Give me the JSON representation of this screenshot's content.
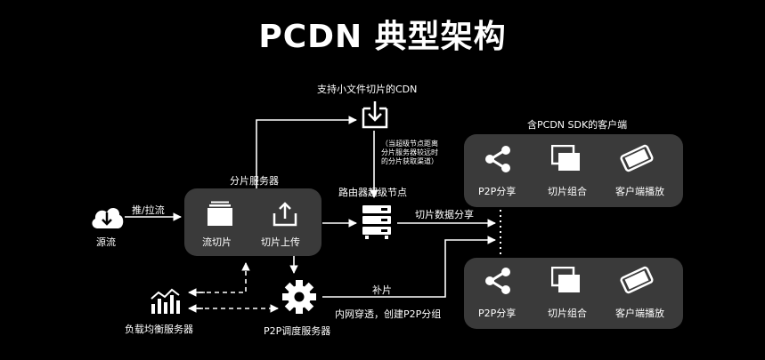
{
  "title": "PCDN 典型架构",
  "nodes": {
    "cdn": "支持小文件切片的CDN",
    "cdn_note_1": "（当超级节点距离",
    "cdn_note_2": "分片服务器较远时",
    "cdn_note_3": "的分片获取渠道）",
    "shard_server": "分片服务器",
    "push_pull": "推/拉流",
    "source": "源流",
    "stream_slice": "流切片",
    "slice_upload": "切片上传",
    "router_super": "路由器超级节点",
    "slice_share": "切片数据分享",
    "sdk_client": "含PCDN SDK的客户端",
    "load_balancer": "负载均衡服务器",
    "scheduler": "P2P调度服务器",
    "supplement": "补片",
    "nat_traversal": "内网穿透，创建P2P分组"
  },
  "client_panels": [
    {
      "p2p": "P2P分享",
      "combine": "切片组合",
      "play": "客户端播放"
    },
    {
      "p2p": "P2P分享",
      "combine": "切片组合",
      "play": "客户端播放"
    }
  ],
  "colors": {
    "background": "#000000",
    "panel": "#3a3a3a",
    "line": "#ffffff"
  }
}
